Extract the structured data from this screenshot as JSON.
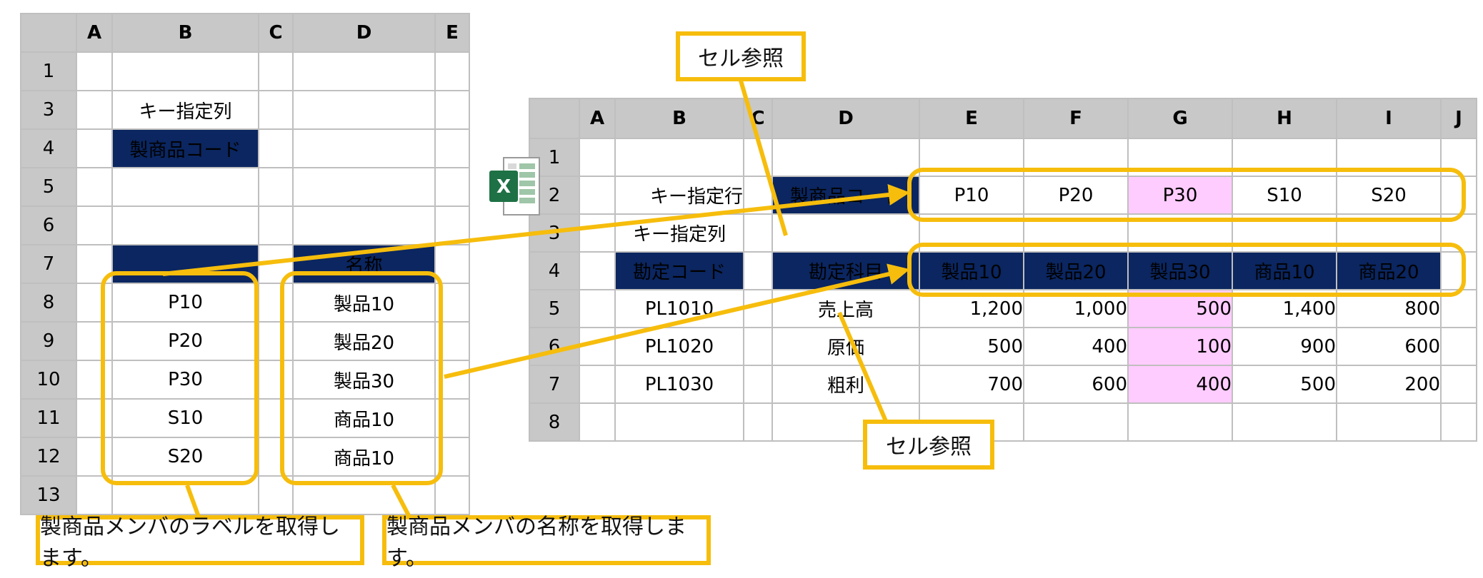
{
  "left_sheet": {
    "col_headers": [
      "",
      "A",
      "B",
      "C",
      "D",
      "E"
    ],
    "rows": [
      {
        "n": "1",
        "b": "",
        "d": ""
      },
      {
        "n": "3",
        "b": "キー指定列",
        "d": ""
      },
      {
        "n": "4",
        "b": "製商品コード",
        "d": ""
      },
      {
        "n": "5",
        "b": "",
        "d": ""
      },
      {
        "n": "6",
        "b": "",
        "d": ""
      },
      {
        "n": "7",
        "b": "",
        "d": "名称"
      },
      {
        "n": "8",
        "b": "P10",
        "d": "製品10"
      },
      {
        "n": "9",
        "b": "P20",
        "d": "製品20"
      },
      {
        "n": "10",
        "b": "P30",
        "d": "製品30"
      },
      {
        "n": "11",
        "b": "S10",
        "d": "商品10"
      },
      {
        "n": "12",
        "b": "S20",
        "d": "商品10"
      },
      {
        "n": "13",
        "b": "",
        "d": ""
      }
    ]
  },
  "right_sheet": {
    "col_headers": [
      "",
      "A",
      "B",
      "C",
      "D",
      "E",
      "F",
      "G",
      "H",
      "I",
      "J"
    ],
    "rows": [
      {
        "n": "1",
        "b": "",
        "d": "",
        "vals": [
          "",
          "",
          "",
          "",
          ""
        ]
      },
      {
        "n": "2",
        "b": "キー指定行",
        "d": "製商品コード",
        "vals": [
          "P10",
          "P20",
          "P30",
          "S10",
          "S20"
        ]
      },
      {
        "n": "3",
        "b": "キー指定列",
        "d": "",
        "vals": [
          "",
          "",
          "",
          "",
          ""
        ]
      },
      {
        "n": "4",
        "b": "勘定コード",
        "d": "勘定科目",
        "vals": [
          "製品10",
          "製品20",
          "製品30",
          "商品10",
          "商品20"
        ]
      },
      {
        "n": "5",
        "b": "PL1010",
        "d": "売上高",
        "vals": [
          "1,200",
          "1,000",
          "500",
          "1,400",
          "800"
        ]
      },
      {
        "n": "6",
        "b": "PL1020",
        "d": "原価",
        "vals": [
          "500",
          "400",
          "100",
          "900",
          "600"
        ]
      },
      {
        "n": "7",
        "b": "PL1030",
        "d": "粗利",
        "vals": [
          "700",
          "600",
          "400",
          "500",
          "200"
        ]
      },
      {
        "n": "8",
        "b": "",
        "d": "",
        "vals": [
          "",
          "",
          "",
          "",
          ""
        ]
      }
    ]
  },
  "callouts": {
    "top_ref": "セル参照",
    "bottom_ref": "セル参照",
    "label_note": "製商品メンバのラベルを取得します。",
    "name_note": "製商品メンバの名称を取得します。"
  },
  "icon": "excel-icon",
  "colors": {
    "header_navy": "#0b2660",
    "highlight_pink": "#ffccff",
    "callout_yellow": "#f6bd0c",
    "sheet_header_gray": "#c8c8c8"
  }
}
